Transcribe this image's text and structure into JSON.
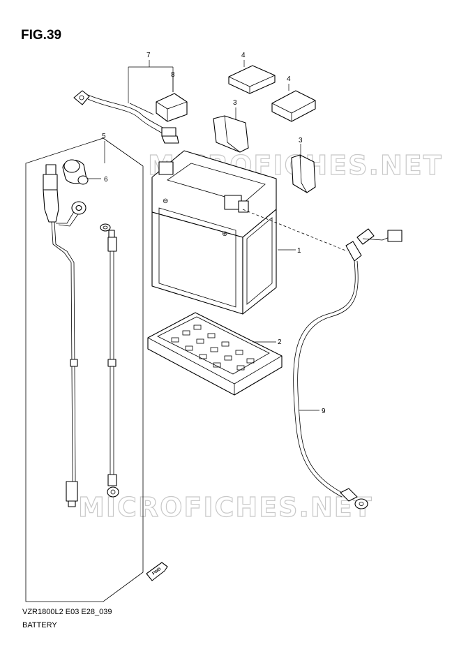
{
  "figure": {
    "title": "FIG.39",
    "code": "VZR1800L2 E03 E28_039",
    "caption": "BATTERY"
  },
  "watermark": {
    "text": "MICROFICHES.NET"
  },
  "direction_tag": {
    "text": "FWD"
  },
  "callouts": {
    "c1": "1",
    "c2": "2",
    "c3a": "3",
    "c3b": "3",
    "c4a": "4",
    "c4b": "4",
    "c5": "5",
    "c6": "6",
    "c7": "7",
    "c8": "8",
    "c9": "9"
  }
}
